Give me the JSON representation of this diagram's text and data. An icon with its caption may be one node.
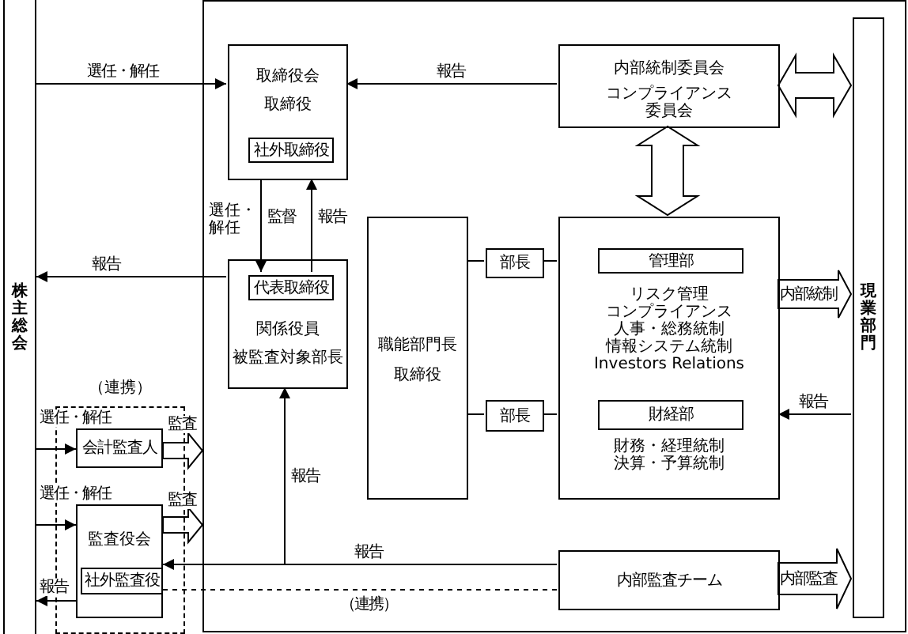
{
  "diagram": {
    "nodes": [
      {
        "text": [
          "株主総会"
        ]
      },
      {
        "text": [],
        "shape": "box"
      },
      {
        "text": [
          "取締役会",
          "取締役"
        ],
        "in": 1
      },
      {
        "text": [
          "社外取締役"
        ],
        "in": 2
      },
      {
        "text": [
          "関係役員",
          "被監査対象部長"
        ],
        "in": 1
      },
      {
        "text": [
          "代表取締役"
        ],
        "in": 4
      },
      {
        "text": [
          "職能部門長",
          "取締役"
        ],
        "in": 1
      },
      {
        "text": [
          "部長"
        ],
        "in": 1
      },
      {
        "text": [
          "部長"
        ],
        "in": 1
      },
      {
        "text": [
          "内部統制委員会",
          "コンプライアンス委員会"
        ],
        "in": 1
      },
      {
        "text": [
          "リスク管理",
          "コンプライアンス",
          "人事・総務統制",
          "情報システム統制",
          "Investors Relations",
          "財務・経理統制",
          "決算・予算統制"
        ],
        "in": 1
      },
      {
        "text": [
          "管理部"
        ],
        "in": 10
      },
      {
        "text": [
          "財経部"
        ],
        "in": 10
      },
      {
        "text": [
          "現業部門"
        ],
        "in": 1
      },
      {
        "text": [
          "内部監査チーム"
        ],
        "in": 1
      },
      {
        "text": [
          "（連携）"
        ]
      },
      {
        "text": [
          "会計監査人"
        ],
        "in": 15
      },
      {
        "text": [
          "監査役会"
        ],
        "in": 15
      },
      {
        "text": [
          "社外監査役"
        ],
        "in": 17
      }
    ],
    "edges": [
      {
        "from": 0,
        "to": 2,
        "arrow": "to",
        "label": "選任・解任"
      },
      {
        "from": 9,
        "to": 2,
        "arrow": "to",
        "label": "報告"
      },
      {
        "from": 9,
        "to": 13,
        "arrow": "both",
        "style": "thick"
      },
      {
        "from": 9,
        "to": 10,
        "arrow": "both",
        "style": "thick"
      },
      {
        "from": 2,
        "to": 5,
        "arrow": "to",
        "label": "監督"
      },
      {
        "from": 5,
        "to": 2,
        "arrow": "to",
        "label": "報告"
      },
      {
        "from": 4,
        "to": 0,
        "arrow": "to",
        "label": "報告"
      },
      {
        "from": 6,
        "to": 7,
        "arrow": "none"
      },
      {
        "from": 7,
        "to": 10,
        "arrow": "none"
      },
      {
        "from": 6,
        "to": 8,
        "arrow": "none"
      },
      {
        "from": 8,
        "to": 10,
        "arrow": "none"
      },
      {
        "from": 10,
        "to": 13,
        "arrow": "to",
        "style": "thick",
        "label": "内部統制"
      },
      {
        "from": 13,
        "to": 10,
        "arrow": "to",
        "label": "報告"
      },
      {
        "from": 14,
        "to": 4,
        "arrow": "to",
        "label": "報告"
      },
      {
        "from": 14,
        "to": 17,
        "arrow": "to",
        "label": "報告"
      },
      {
        "from": 17,
        "to": 14,
        "arrow": "none",
        "style": "dashed",
        "label": "（連携）"
      },
      {
        "from": 14,
        "to": 13,
        "arrow": "to",
        "style": "thick",
        "label": "内部監査"
      },
      {
        "from": 0,
        "to": 16,
        "arrow": "to",
        "label": "選任・解任"
      },
      {
        "from": 0,
        "to": 17,
        "arrow": "to",
        "label": "選任・解任"
      },
      {
        "from": 17,
        "to": 0,
        "arrow": "to",
        "label": "報告"
      },
      {
        "from": 16,
        "to": 1,
        "arrow": "to",
        "style": "thick",
        "label": "監査"
      },
      {
        "from": 17,
        "to": 1,
        "arrow": "to",
        "style": "thick",
        "label": "監査"
      }
    ],
    "labels": [
      "選任・解任"
    ]
  }
}
